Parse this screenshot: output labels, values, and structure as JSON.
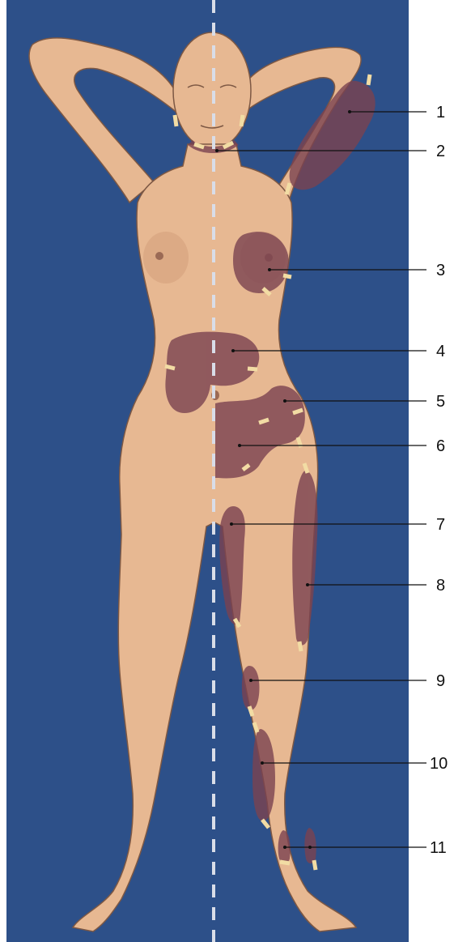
{
  "colors": {
    "background": "#2d5089",
    "skin": "#e7b892",
    "skin_shadow": "#c98f6c",
    "outline": "#7d5844",
    "region": "#7b4250",
    "midline": "#d9dde8",
    "marker": "#f2dca4",
    "leader": "#111111"
  },
  "labels": [
    {
      "id": 1,
      "text": "1"
    },
    {
      "id": 2,
      "text": "2"
    },
    {
      "id": 3,
      "text": "3"
    },
    {
      "id": 4,
      "text": "4"
    },
    {
      "id": 5,
      "text": "5"
    },
    {
      "id": 6,
      "text": "6"
    },
    {
      "id": 7,
      "text": "7"
    },
    {
      "id": 8,
      "text": "8"
    },
    {
      "id": 9,
      "text": "9"
    },
    {
      "id": 10,
      "text": "10"
    },
    {
      "id": 11,
      "text": "11"
    }
  ]
}
